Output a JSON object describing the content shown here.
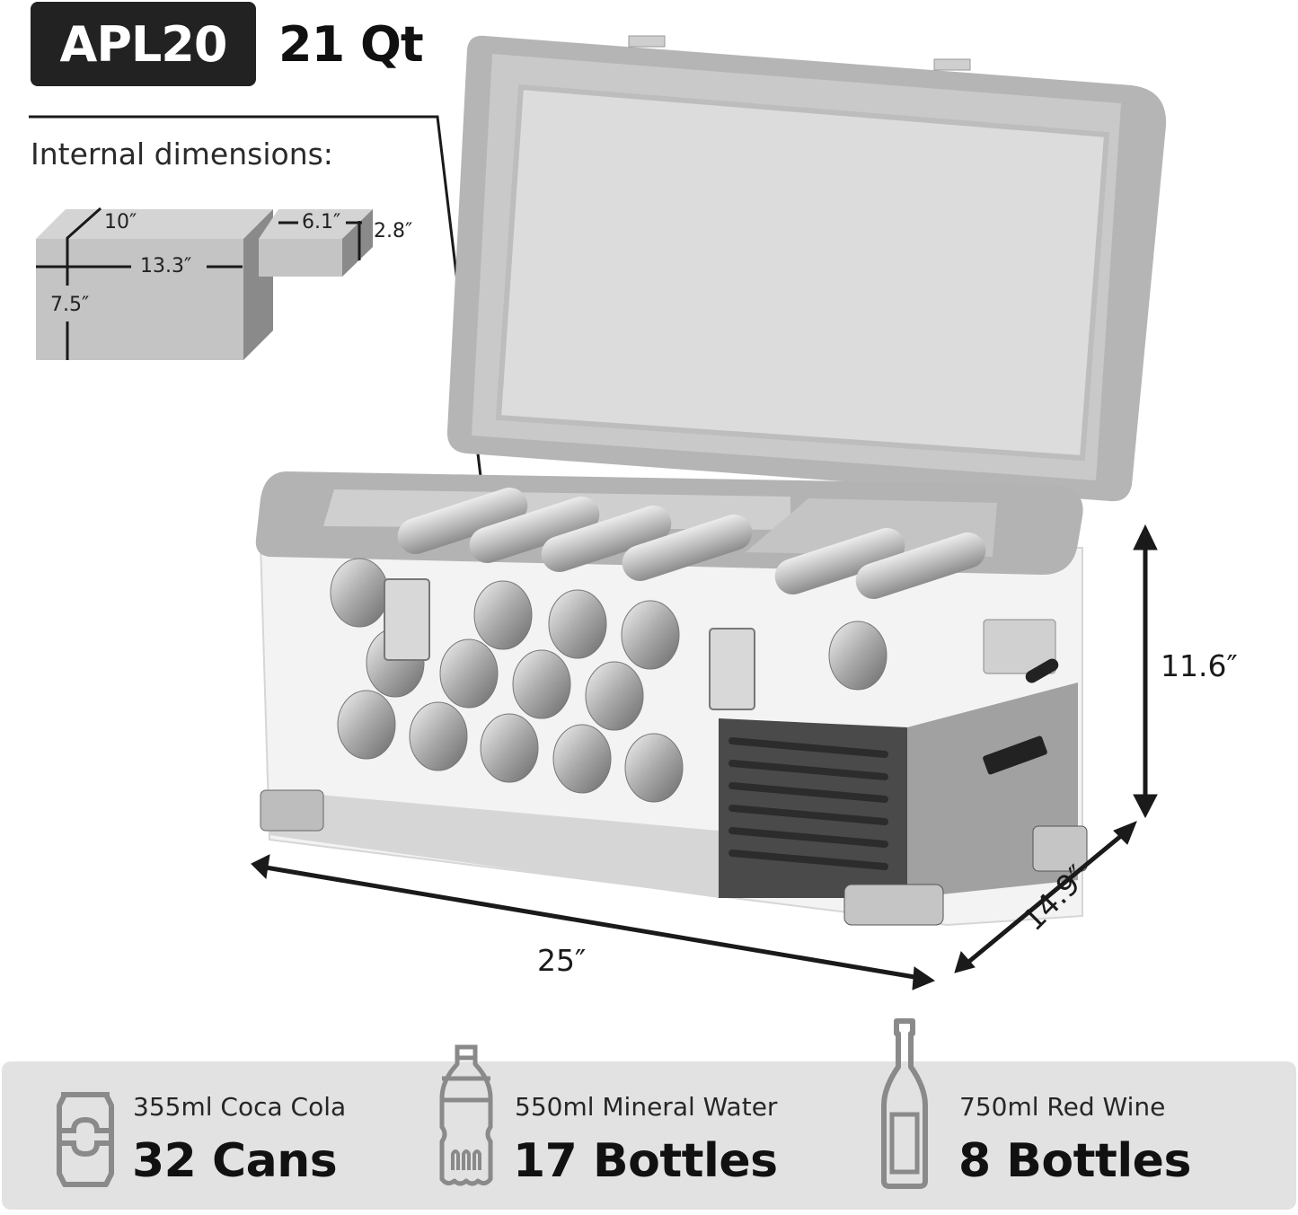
{
  "header": {
    "model": "APL20",
    "capacity": "21 Qt"
  },
  "internal_dimensions": {
    "title": "Internal dimensions:",
    "main_compartment": {
      "depth": "10″",
      "width": "13.3″",
      "height": "7.5″"
    },
    "side_compartment": {
      "width": "6.1″",
      "height": "2.8″"
    }
  },
  "external_dimensions": {
    "length": "25″",
    "depth": "14.9″",
    "height": "11.6″"
  },
  "capacity_banner": {
    "background": "#e2e2e2",
    "icon_color": "#8a8a8a",
    "items": [
      {
        "icon": "can-icon",
        "label": "355ml Coca Cola",
        "count": "32 Cans"
      },
      {
        "icon": "water-bottle-icon",
        "label": "550ml Mineral Water",
        "count": "17 Bottles"
      },
      {
        "icon": "wine-bottle-icon",
        "label": "750ml Red Wine",
        "count": "8 Bottles"
      }
    ]
  },
  "colors": {
    "badge_bg": "#222222",
    "lid_gray": "#a8a8a8",
    "lid_panel": "#d9d9d9",
    "compressor": "#4a4a4a"
  }
}
